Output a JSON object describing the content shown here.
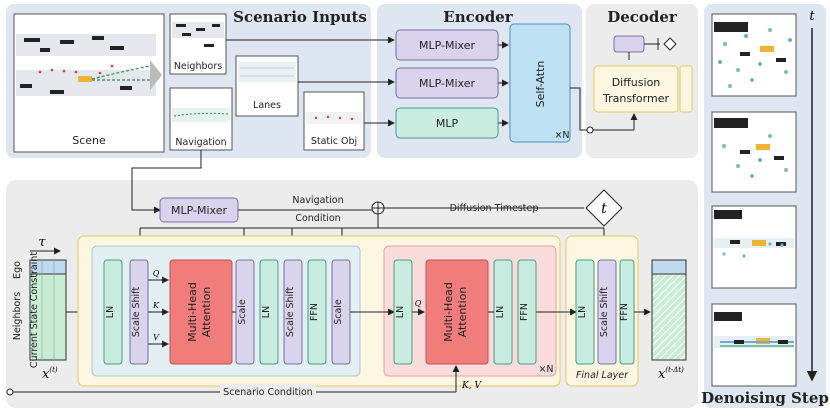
{
  "sections": {
    "scenario_inputs": "Scenario Inputs",
    "encoder": "Encoder",
    "decoder": "Decoder",
    "denoising_step": "Denoising Step"
  },
  "inputs": {
    "scene": "Scene",
    "neighbors": "Neighbors",
    "lanes": "Lanes",
    "navigation": "Navigation",
    "static_obj": "Static Obj"
  },
  "encoder": {
    "mlp_mixer_1": "MLP-Mixer",
    "mlp_mixer_2": "MLP-Mixer",
    "mlp": "MLP",
    "self_attn": "Self-Attn",
    "repeat": "×N"
  },
  "decoder": {
    "diffusion_transformer_line1": "Diffusion",
    "diffusion_transformer_line2": "Transformer"
  },
  "denoise": {
    "t_label": "t",
    "tau_label": "τ",
    "ego": "Ego",
    "current_state_constraint": "Current State Constraint",
    "neighbors": "Neighbors",
    "x_in": "x",
    "x_in_sup": "(t)",
    "x_out": "x",
    "x_out_sup": "(t-Δt)",
    "nav_mixer": "MLP-Mixer",
    "nav_condition_line1": "Navigation",
    "nav_condition_line2": "Condition",
    "diffusion_timestep": "Diffusion Timestep",
    "t_symbol": "t",
    "scenario_condition": "Scenario Condition",
    "ln": "LN",
    "scale_shift": "Scale Shift",
    "scale": "Scale",
    "ffn": "FFN",
    "mha1": "Multi-Head",
    "mha2": "Attention",
    "q": "Q",
    "k": "K",
    "v": "V",
    "kv": "K, V",
    "repeat": "×N",
    "final_layer": "Final Layer"
  }
}
